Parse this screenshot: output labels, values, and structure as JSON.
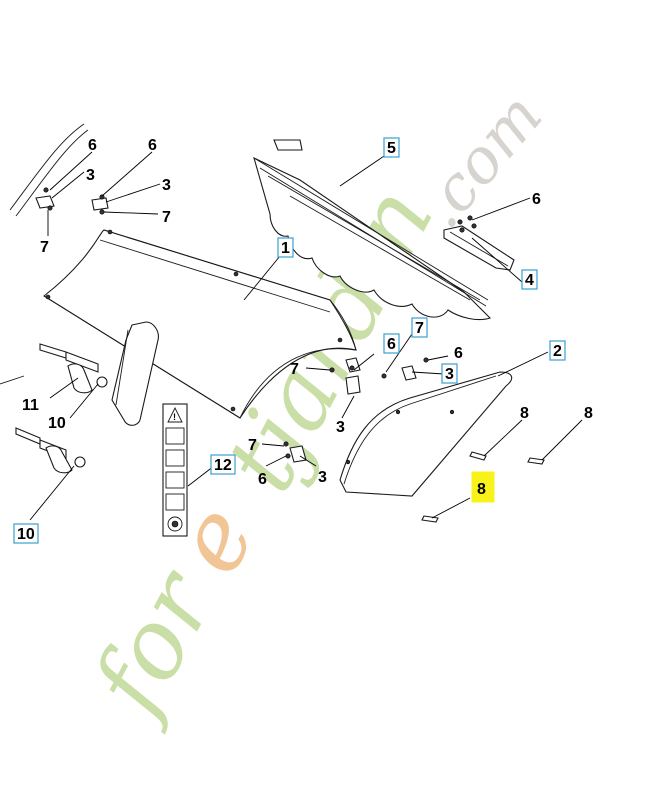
{
  "watermark": {
    "brand": "foretjardin.com",
    "segments": [
      "for",
      "e",
      "tjardin",
      ".com"
    ],
    "colors": {
      "green": "#c9dfa7",
      "orange": "#f2c597",
      "grey": "#d7d3cf"
    }
  },
  "callouts": {
    "c1": "1",
    "c2": "2",
    "c3a": "3",
    "c3b": "3",
    "c3c": "3",
    "c3d": "3",
    "c3e": "3",
    "c4": "4",
    "c5": "5",
    "c6a": "6",
    "c6b": "6",
    "c6c": "6",
    "c6d": "6",
    "c6e": "6",
    "c6f": "6",
    "c7a": "7",
    "c7b": "7",
    "c7c": "7",
    "c7d": "7",
    "c7e": "7",
    "c8a": "8",
    "c8b": "8",
    "c8c": "8",
    "c10a": "10",
    "c10b": "10",
    "c11": "11",
    "c12": "12"
  },
  "highlight": {
    "boxed_color": "#3a9fd0",
    "selected_color": "#f7f21a",
    "selected_part": "8"
  }
}
